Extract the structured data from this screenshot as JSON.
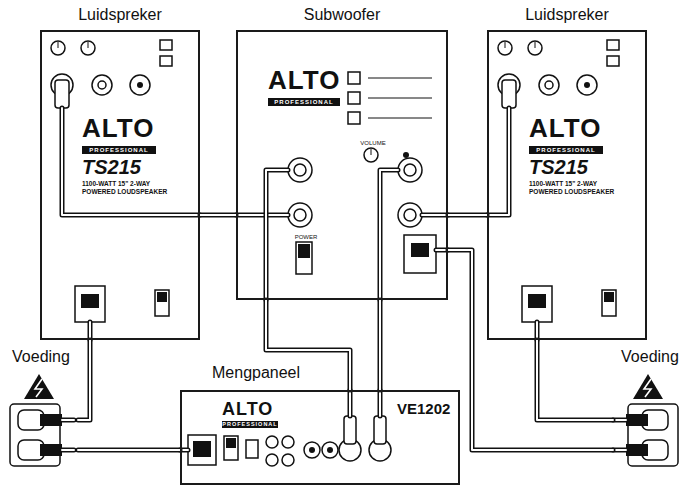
{
  "diagram": {
    "nodes": [
      {
        "text": [
          "Luidspreker",
          "ALTO",
          "PROFESSIONAL",
          "TS215",
          "1100-WATT 15\" 2-WAY POWERED LOUDSPEAKER"
        ]
      },
      {
        "text": [
          "Subwoofer",
          "ALTO",
          "PROFESSIONAL",
          "VOLUME",
          "POWER"
        ]
      },
      {
        "text": [
          "Luidspreker",
          "ALTO",
          "PROFESSIONAL",
          "TS215",
          "1100-WATT 15\" 2-WAY POWERED LOUDSPEAKER"
        ]
      },
      {
        "text": [
          "Voeding"
        ]
      },
      {
        "text": [
          "Mengpaneel",
          "ALTO",
          "PROFESSIONAL",
          "VE1202"
        ]
      },
      {
        "text": [
          "Voeding"
        ]
      }
    ],
    "edges": [
      {
        "from": 0,
        "to": 1,
        "arrow": "none"
      },
      {
        "from": 2,
        "to": 1,
        "arrow": "none"
      },
      {
        "from": 4,
        "to": 1,
        "arrow": "none"
      },
      {
        "from": 4,
        "to": 1,
        "arrow": "none"
      },
      {
        "from": 0,
        "to": 3,
        "arrow": "none"
      },
      {
        "from": 4,
        "to": 3,
        "arrow": "none"
      },
      {
        "from": 1,
        "to": 5,
        "arrow": "none"
      },
      {
        "from": 2,
        "to": 5,
        "arrow": "none"
      }
    ]
  }
}
